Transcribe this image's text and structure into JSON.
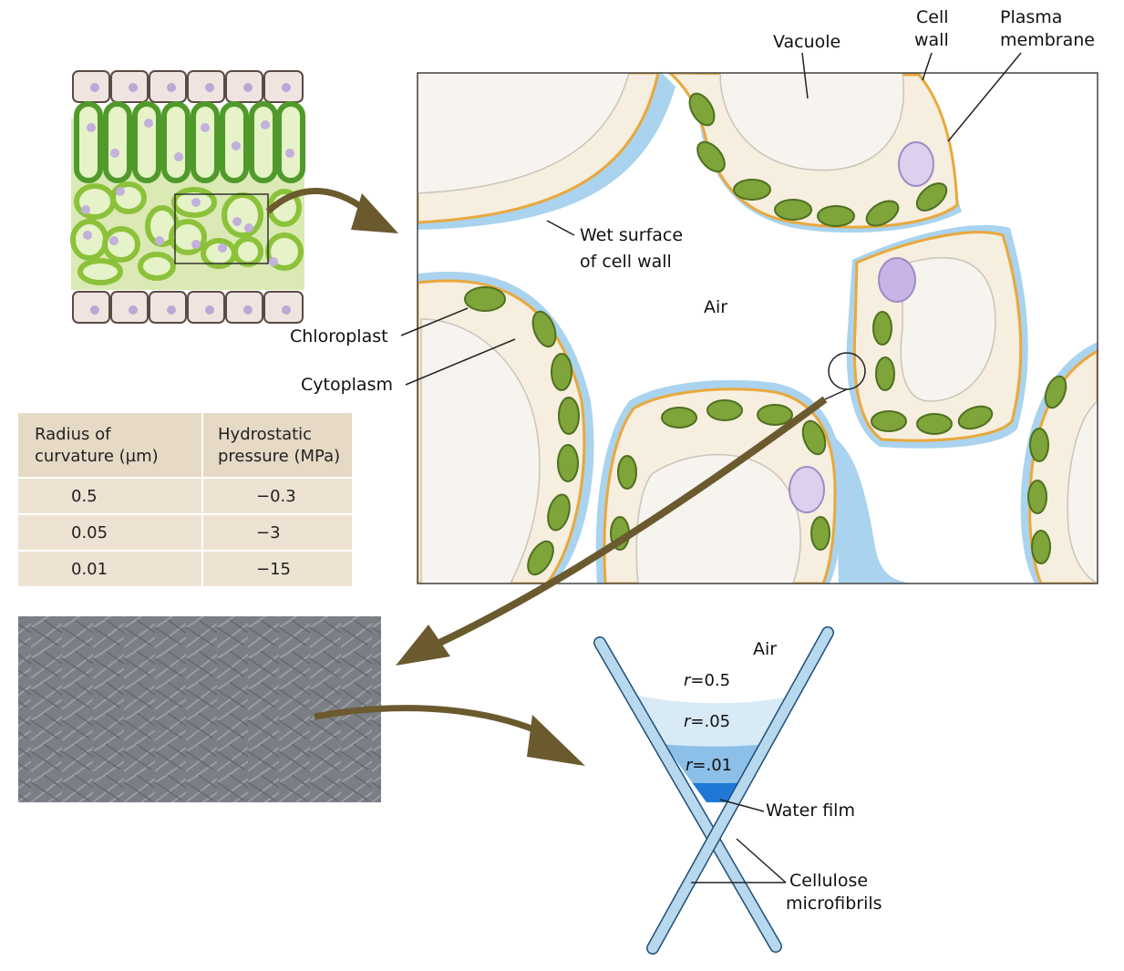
{
  "labels": {
    "vacuole": "Vacuole",
    "cell_wall_1": "Cell",
    "cell_wall_2": "wall",
    "plasma_membrane_1": "Plasma",
    "plasma_membrane_2": "membrane",
    "wet_surface_1": "Wet surface",
    "wet_surface_2": "of cell wall",
    "air_top": "Air",
    "chloroplast": "Chloroplast",
    "cytoplasm": "Cytoplasm",
    "air_bottom": "Air",
    "water_film": "Water film",
    "cellulose_1": "Cellulose",
    "cellulose_2": "microfibrils",
    "r_var": "r",
    "r1": "=0.5",
    "r2": "=.05",
    "r3": "=.01"
  },
  "table": {
    "header_col1_line1": "Radius of",
    "header_col1_line2": "curvature (µm)",
    "header_col2_line1": "Hydrostatic",
    "header_col2_line2": "pressure (MPa)",
    "rows": [
      {
        "radius": "0.5",
        "pressure": "−0.3"
      },
      {
        "radius": "0.05",
        "pressure": "−3"
      },
      {
        "radius": "0.01",
        "pressure": "−15"
      }
    ]
  },
  "colors": {
    "water": "#a9d3ee",
    "cell_fill": "#f6eedf",
    "membrane": "#e9a83c",
    "chloroplast": "#7ea43a",
    "nucleus": "#d6c6e8",
    "arrow": "#6b5a2e",
    "table_bg": "#eee3d2"
  }
}
